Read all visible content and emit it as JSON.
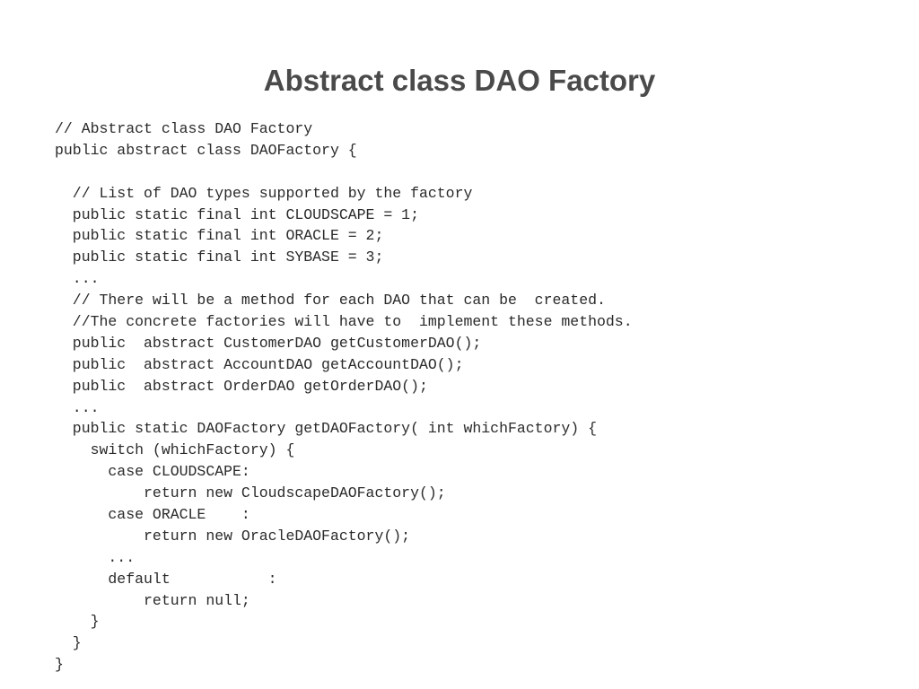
{
  "slide": {
    "title": "Abstract class DAO Factory",
    "code_lines": [
      "// Abstract class DAO Factory",
      "public abstract class DAOFactory {",
      "",
      "  // List of DAO types supported by the factory",
      "  public static final int CLOUDSCAPE = 1;",
      "  public static final int ORACLE = 2;",
      "  public static final int SYBASE = 3;",
      "  ...",
      "  // There will be a method for each DAO that can be  created.",
      "  //The concrete factories will have to  implement these methods.",
      "  public  abstract CustomerDAO getCustomerDAO();",
      "  public  abstract AccountDAO getAccountDAO();",
      "  public  abstract OrderDAO getOrderDAO();",
      "  ...",
      "  public static DAOFactory getDAOFactory( int whichFactory) {",
      "    switch (whichFactory) {",
      "      case CLOUDSCAPE:",
      "          return new CloudscapeDAOFactory();",
      "      case ORACLE    :",
      "          return new OracleDAOFactory();",
      "      ...",
      "      default           :",
      "          return null;",
      "    }",
      "  }",
      "}"
    ]
  }
}
